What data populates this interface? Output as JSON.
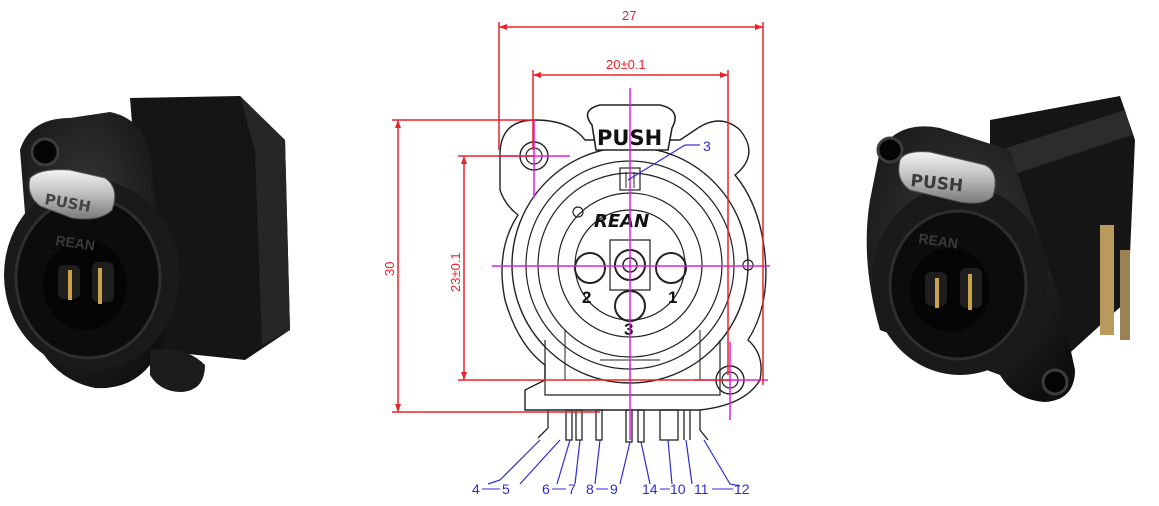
{
  "photos": {
    "left": {
      "push_label": "PUSH",
      "brand": "REAN"
    },
    "right": {
      "push_label": "PUSH",
      "brand": "REAN"
    }
  },
  "drawing": {
    "push_label": "PUSH",
    "brand": "REAN",
    "dimensions": {
      "overall_width": "27",
      "hole_spacing_width": "20±0.1",
      "overall_height": "30",
      "hole_spacing_height": "23±0.1"
    },
    "pin_numbers": [
      "2",
      "1",
      "3"
    ],
    "callouts": {
      "top": "3",
      "bottom": [
        "4",
        "5",
        "6",
        "7",
        "8",
        "9",
        "14",
        "10",
        "11",
        "12"
      ]
    }
  },
  "colors": {
    "dimension": "#e8232a",
    "callout": "#2b2bd6",
    "centerline": "#e020e0",
    "connector_body": "#1b1b1b"
  }
}
